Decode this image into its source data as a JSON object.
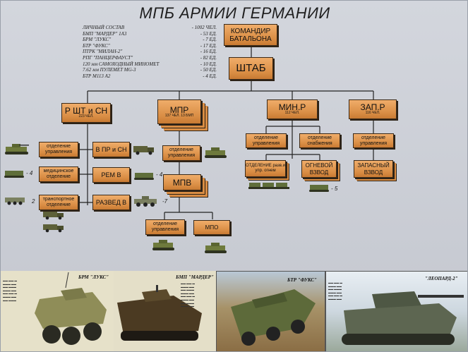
{
  "title": "МПБ АРМИИ ГЕРМАНИИ",
  "stats": [
    {
      "name": "ЛИЧНЫЙ СОСТАВ",
      "value": "- 1002 ЧЕЛ."
    },
    {
      "name": "БМП \"МАРДЕР\" 1А3",
      "value": "- 53 ЕД."
    },
    {
      "name": "БРМ \"ЛУКС\"",
      "value": "- 7 ЕД."
    },
    {
      "name": "БТР \"ФУКС\"",
      "value": "- 17 ЕД."
    },
    {
      "name": "ПТРК \"МИЛАН-2\"",
      "value": "- 16 ЕД."
    },
    {
      "name": "РПГ \"ПАНЦЕРФАУСТ\"",
      "value": "- 82 ЕД."
    },
    {
      "name": "120 мм САМОХОДНЫЙ МИНОМЕТ",
      "value": "- 10 ЕД."
    },
    {
      "name": "7.62 мм ПУЛЕМЕТ MG-3",
      "value": "- 50 ЕД."
    },
    {
      "name": "БТР М113 А2",
      "value": "- 4 ЕД."
    }
  ],
  "boxes": {
    "commander": "КОМАНДИР БАТАЛЬОНА",
    "hq": "ШТАБ",
    "rsht": {
      "title": "Р ШТ и СН",
      "sub": "223 ЧЕЛ."
    },
    "mpr": {
      "title": "МПР",
      "sub": "137 ЧЕЛ. 13 БМП"
    },
    "minr": {
      "title": "МИН.Р",
      "sub": "112 ЧЕЛ."
    },
    "zapr": {
      "title": "ЗАП.Р",
      "sub": "116 ЧЕЛ."
    },
    "upr1": "отделение управления",
    "med": "медицинское отделение",
    "trans": "транспортное отделение",
    "vpr": "В ПР и СН",
    "rem": "РЕМ В",
    "razved": "РАЗВЕД В",
    "mpr_upr": "отделение управления",
    "mpv": "МПВ",
    "mpv_upr": "отделение управления",
    "mpo": "МПО",
    "min_upr": "отделение управления",
    "min_sn": "отделение снабжения",
    "min_razv": "ОТДЕЛЕНИЕ разв.и упр. огнем",
    "fire": "ОГНЕВОЙ ВЗВОД",
    "zap_upr": "отделение управления",
    "zap_v": "ЗАПАСНЫЙ ВЗВОД"
  },
  "counts": {
    "med": "- 4",
    "trans": "2",
    "rem": "- 4",
    "razved": "-7",
    "fire": "- 5"
  },
  "panels": {
    "luks": "БРМ \"ЛУКС\"",
    "marder": "БМП \"МАРДЕР\"",
    "fuks": "БТР \"ФУКС\"",
    "leopard": "\"ЛЕОПАРД-2\""
  },
  "colors": {
    "box": "#d98d44",
    "line": "#222222",
    "bg": "#c9ccd4"
  }
}
